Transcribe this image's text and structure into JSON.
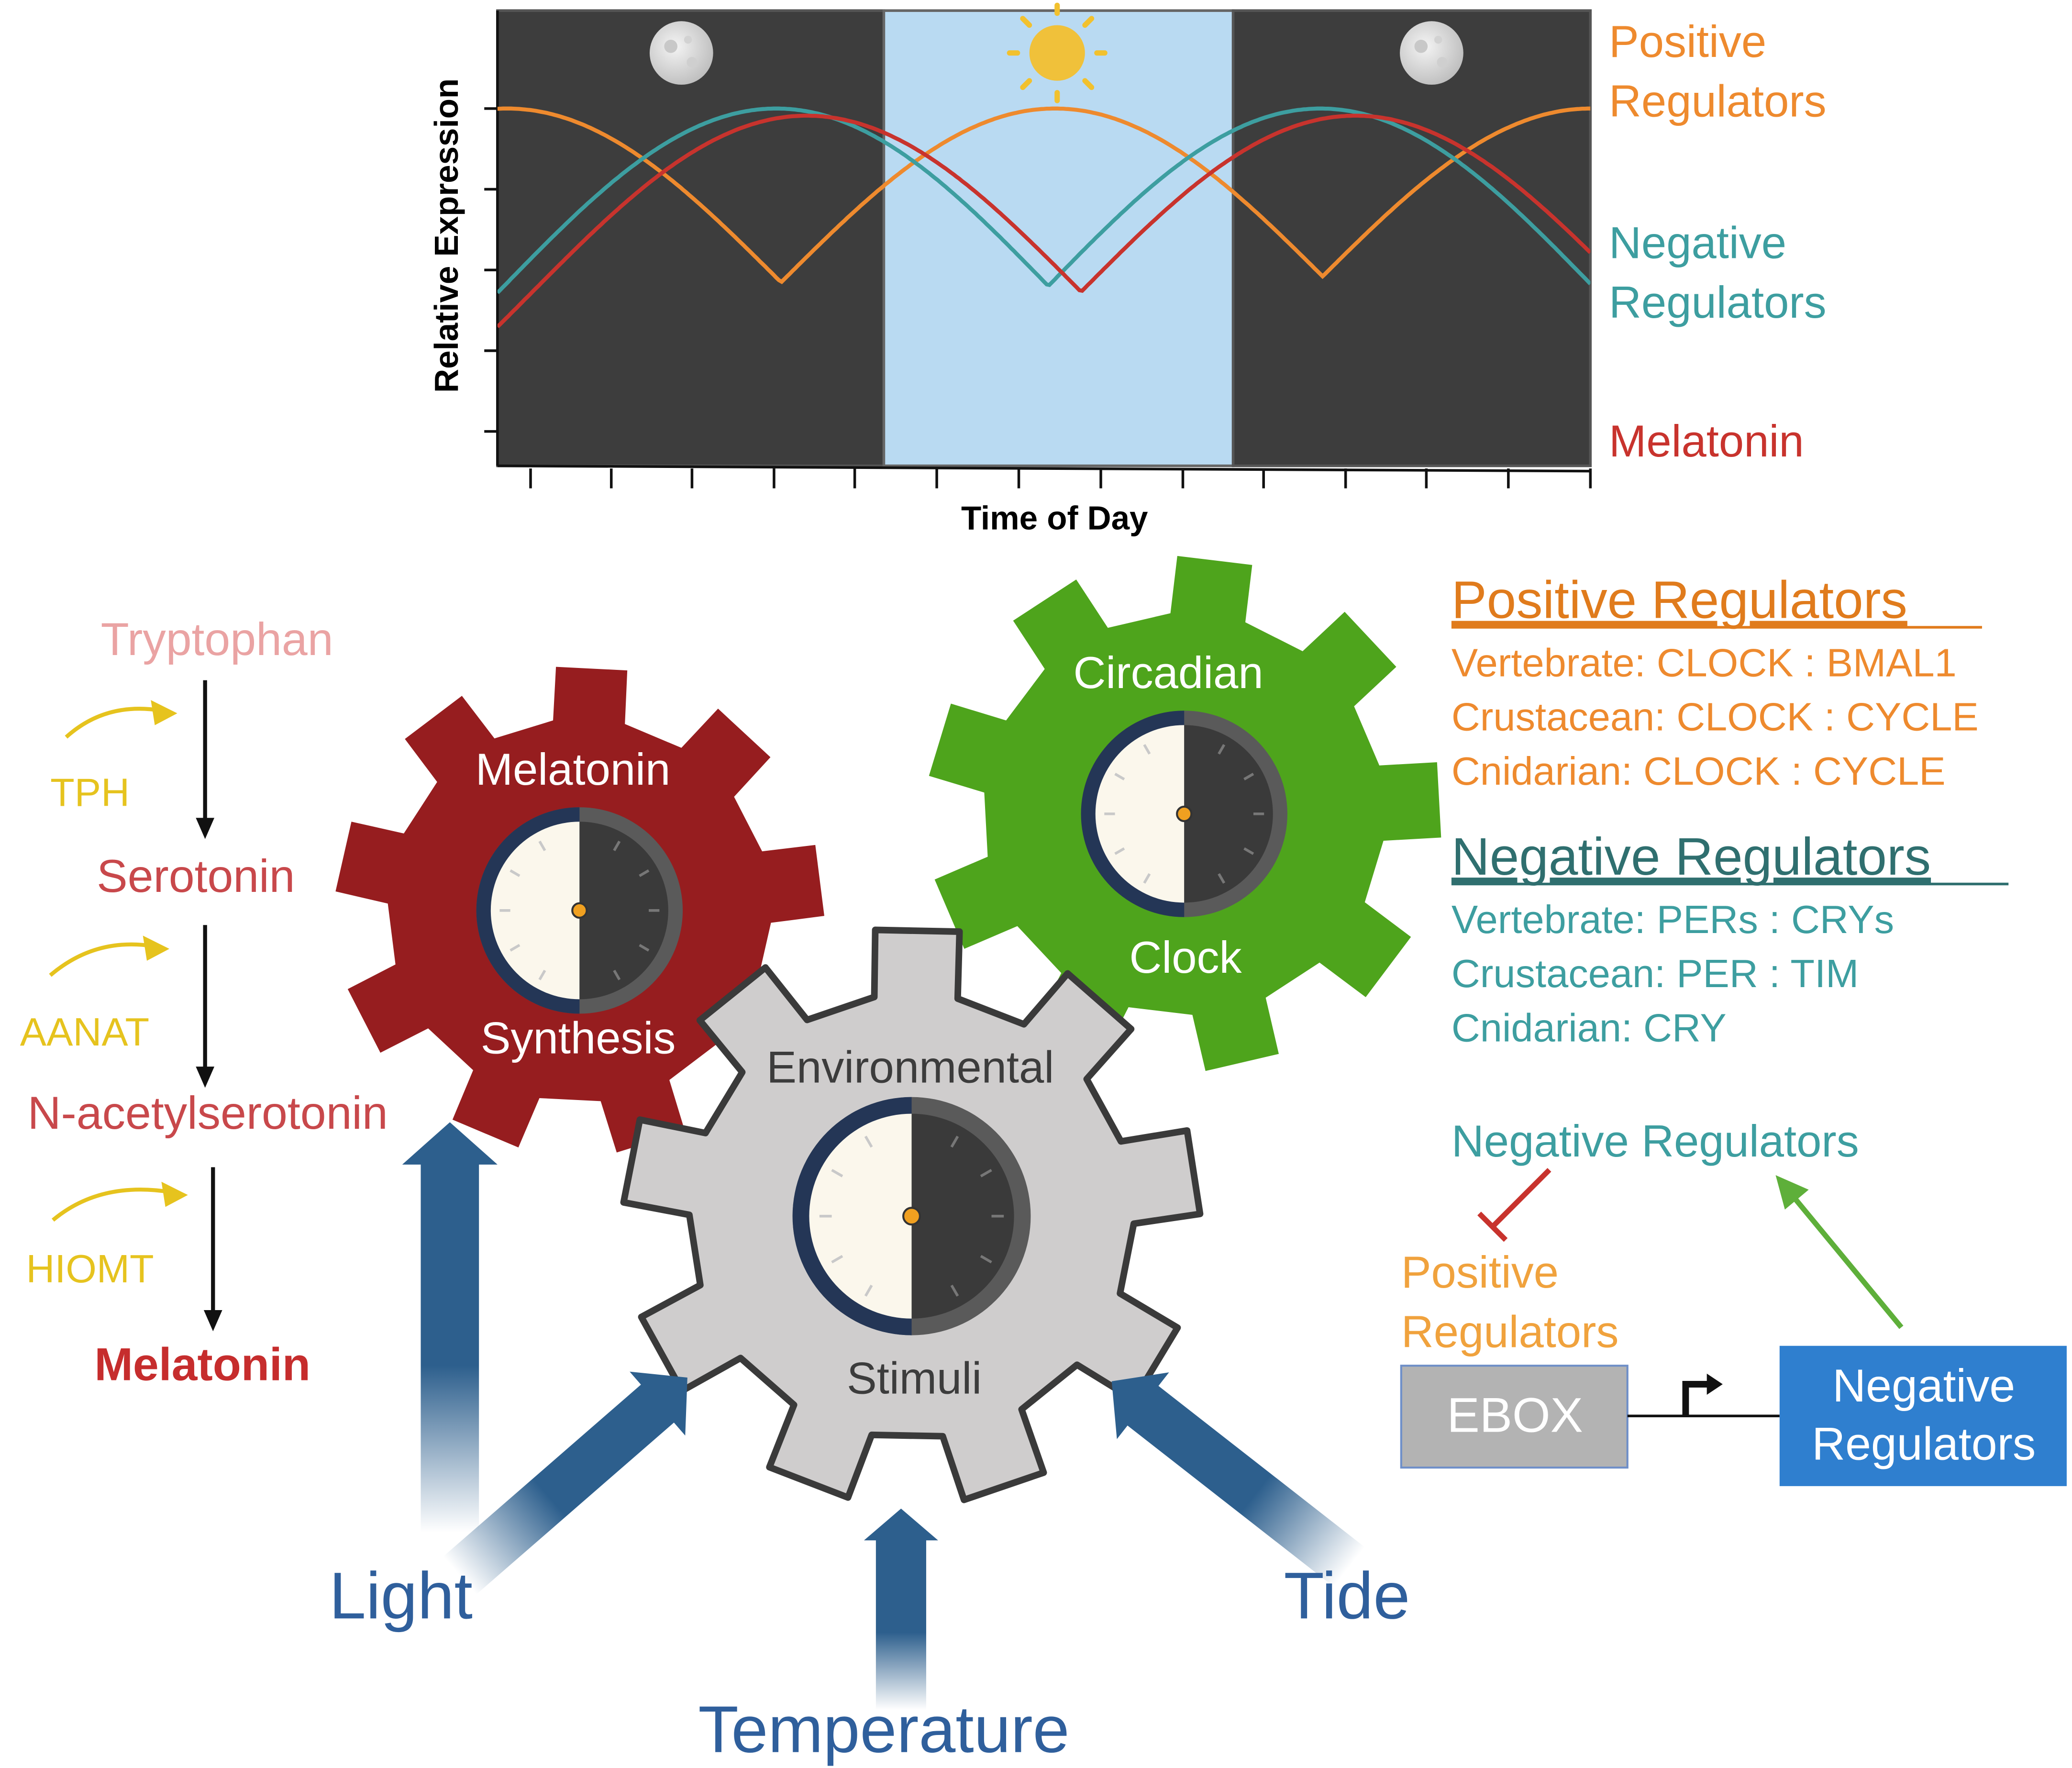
{
  "chart": {
    "ylabel": "Relative Expression",
    "xlabel": "Time of Day",
    "legend": {
      "positive": [
        "Positive",
        "Regulators"
      ],
      "negative": [
        "Negative",
        "Regulators"
      ],
      "melatonin": "Melatonin"
    }
  },
  "chart_data": {
    "type": "line",
    "xlabel": "Time of Day",
    "ylabel": "Relative Expression",
    "xlim": [
      0,
      1
    ],
    "ylim": [
      0,
      1
    ],
    "grid": false,
    "background_bands": [
      {
        "phase": "night",
        "x": [
          0,
          0.353
        ],
        "icon": "moon"
      },
      {
        "phase": "day",
        "x": [
          0.353,
          0.673
        ],
        "icon": "sun"
      },
      {
        "phase": "night",
        "x": [
          0.673,
          1
        ],
        "icon": "moon"
      }
    ],
    "series": [
      {
        "name": "Positive Regulators",
        "color": "#ee8a2e",
        "peak_x": [
          0.009,
          0.51,
          1.0
        ],
        "min": 0.03,
        "max": 1.0
      },
      {
        "name": "Negative Regulators",
        "color": "#3d9ea0",
        "peak_x": [
          0.255,
          0.753
        ],
        "min": 0.0,
        "max": 1.0
      },
      {
        "name": "Melatonin",
        "color": "#c8332d",
        "peak_x": [
          0.283,
          0.785
        ],
        "min": 0.0,
        "max": 0.98
      }
    ]
  },
  "pathway": {
    "steps": [
      "Tryptophan",
      "Serotonin",
      "N-acetylserotonin",
      "Melatonin"
    ],
    "enzymes": [
      "TPH",
      "AANAT",
      "HIOMT"
    ]
  },
  "gears": {
    "melatonin": {
      "top": "Melatonin",
      "bottom": "Synthesis",
      "color": "#961d1f"
    },
    "circadian": {
      "top": "Circadian",
      "bottom": "Clock",
      "color": "#4ea41c"
    },
    "environmental": {
      "top": "Environmental",
      "bottom": "Stimuli",
      "color": "#cfcdcd"
    }
  },
  "stimuli": {
    "light": "Light",
    "temperature": "Temperature",
    "tide": "Tide"
  },
  "regulators": {
    "positive": {
      "heading": "Positive Regulators",
      "items": [
        "Vertebrate: CLOCK : BMAL1",
        "Crustacean: CLOCK : CYCLE",
        "Cnidarian: CLOCK : CYCLE"
      ]
    },
    "negative": {
      "heading": "Negative Regulators",
      "items": [
        "Vertebrate: PERs : CRYs",
        "Crustacean: PER : TIM",
        "Cnidarian: CRY"
      ]
    }
  },
  "feedback": {
    "negative_label": "Negative Regulators",
    "positive_label": [
      "Positive",
      "Regulators"
    ],
    "ebox": "EBOX",
    "gene_label": [
      "Negative",
      "Regulators"
    ]
  },
  "colors": {
    "orange": "#ee8a2e",
    "teal": "#3d9ea0",
    "red": "#c8332d",
    "blue_arrow": "#2d5f8d",
    "enzyme_yellow": "#e6c31e"
  }
}
